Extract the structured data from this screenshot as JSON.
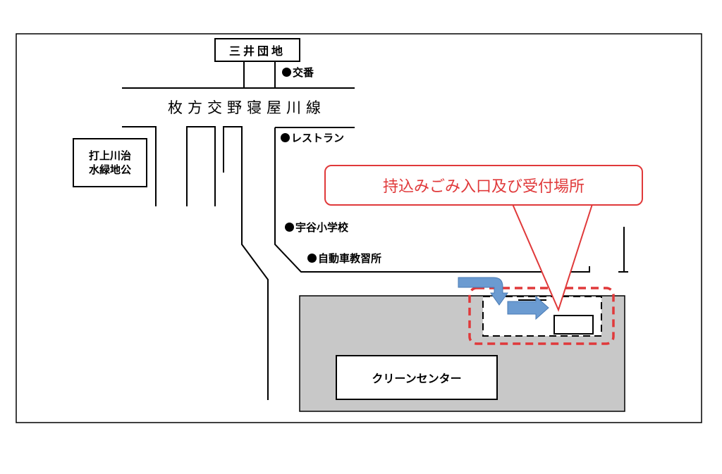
{
  "map": {
    "road_name": "枚方交野寝屋川線",
    "danchi_label": "三井団地",
    "park_label_line1": "打上川治",
    "park_label_line2": "水緑地公",
    "koban_label": "交番",
    "restaurant_label": "レストラン",
    "school_label": "宇谷小学校",
    "driving_school_label": "自動車教習所",
    "center_label": "クリーンセンター",
    "callout_label": "持込みごみ入口及び受付場所",
    "colors": {
      "callout": "#e0393a",
      "arrow": "#6b9bd1",
      "facility": "#c8c8c8"
    },
    "icons": [
      "landmark-dot-icon",
      "flow-arrow-icon"
    ]
  }
}
